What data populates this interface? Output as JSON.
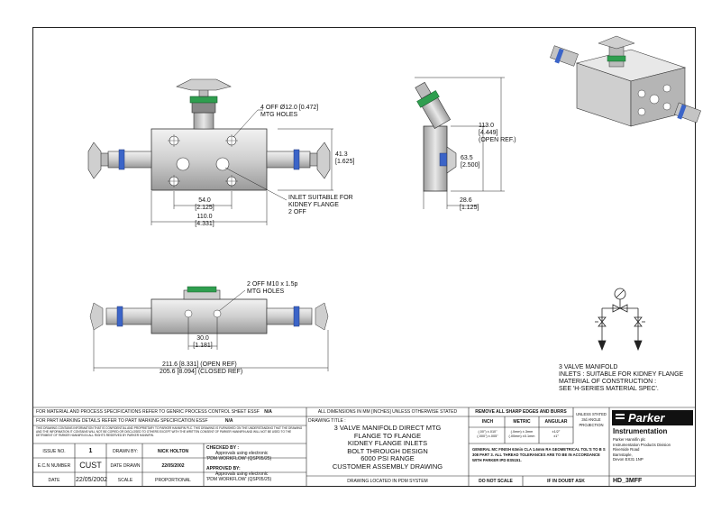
{
  "views": {
    "front": {
      "callout_holes_1": "4 OFF Ø12.0 [0.472]",
      "callout_holes_2": "MTG HOLES",
      "dim_height_mm": "41.3",
      "dim_height_in": "[1.625]",
      "dim_54_mm": "54.0",
      "dim_54_in": "[2.125]",
      "dim_110_mm": "110.0",
      "dim_110_in": "[4.331]",
      "inlet_line1": "INLET SUITABLE FOR",
      "inlet_line2": "KIDNEY FLANGE",
      "inlet_line3": "2 OFF"
    },
    "side": {
      "dim_113_mm": "113.0",
      "dim_113_in": "[4.449]",
      "dim_113_note": "(OPEN REF.)",
      "dim_63_mm": "63.5",
      "dim_63_in": "[2.500]",
      "dim_28_mm": "28.6",
      "dim_28_in": "[1.125]"
    },
    "bottom": {
      "callout_line1": "2 OFF M10 x 1.5p",
      "callout_line2": "MTG HOLES",
      "dim_30_mm": "30.0",
      "dim_30_in": "[1.181]",
      "dim_open": "211.6 [8.331] (OPEN REF)",
      "dim_closed": "205.6 [8.094] (CLOSED REF)"
    },
    "schematic_notes": [
      "3 VALVE MANIFOLD",
      "INLETS : SUITABLE FOR KIDNEY FLANGE",
      "MATERIAL OF CONSTRUCTION :",
      "SEE 'H-SERIES MATERIAL SPEC'."
    ]
  },
  "title_block": {
    "spec_line1": "FOR MATERIAL AND PROCESS SPECIFICATIONS REFER TO GENRIC PROCESS CONTROL SHEET ESSF",
    "spec_line1_val": "N/A",
    "spec_line2": "FOR PART MARKING DETAILS REFER TO PART MARKING SPECIFICATION ESSF",
    "spec_line2_val": "N/A",
    "confidential": "THIS DRAWING CONTAINS INFORMATION THAT IS CONFIDENTIAL AND PROPRIETARY TO PARKER HANNIFIN PLC. THIS DRAWING IS FURNISHED ON THE UNDERSTANDING THAT THE DRAWING AND THE INFORMATION IT CONTAINS WILL NOT BE COPIED OR DISCLOSED TO OTHERS EXCEPT WITH THE WRITTEN CONSENT OF PARKER HANNIFIN AND WILL NOT BE USED TO THE DETRIMENT OF PARKER HANNIFIN IN ALL RIGHTS RESERVED BY PARKER HANNIFIN.",
    "issue_label": "ISSUE NO.",
    "issue_val": "1",
    "drawn_label": "DRAWN BY:",
    "drawn_val": "NICK HOLTON",
    "ecn_label": "E.C.N NUMBER",
    "ecn_val": "CUST",
    "date_drawn_label": "DATE DRAWN",
    "date_drawn_val": "22/05/2002",
    "date_label": "DATE",
    "date_val": "22/05/2002",
    "scale_label": "SCALE",
    "scale_val": "PROPORTIONAL",
    "checked_label": "CHECKED BY :",
    "checked_l1": "Approvals using electronic",
    "checked_l2": "'PDM WORKFLOW' (QSP05/25)",
    "approved_label": "APPROVED BY:",
    "approved_l1": "Approvals using electronic",
    "approved_l2": "'PDM WORKFLOW' (QSP05/25)",
    "units_note": "ALL DIMENSIONS IN MM [INCHES] UNLESS OTHERWISE STATED",
    "drawing_title_label": "DRAWING TITLE :",
    "drawing_title": [
      "3 VALVE MANIFOLD DIRECT MTG",
      "FLANGE TO FLANGE",
      "KIDNEY FLANGE INLETS",
      "BOLT THROUGH DESIGN",
      "6000 PSI RANGE",
      "CUSTOMER ASSEMBLY DRAWING"
    ],
    "pdm_note": "DRAWING LOCATED IN PDM SYSTEM",
    "edges_note": "REMOVE ALL SHARP EDGES AND BURRS",
    "col_inch": "INCH",
    "col_metric": "METRIC",
    "col_angular": "ANGULAR",
    "tol_inch_1": "(.00\") ±.010\"",
    "tol_inch_2": "(.000\") ±.005\"",
    "tol_metric_1": "(.0mm) ±.3mm",
    "tol_metric_2": "(.00mm) ±0.1mm",
    "tol_ang_1": "±1/2°",
    "tol_ang_2": "±1°",
    "finish_note": "GENERAL MC FINISH 63min CLA 1.6mm RA GEOMETRICAL TOL'S TO B S 308 PART 3. ALL THREAD TOLERANCES ARE TO BE IN ACCORDANCE WITH PARKER IPD ES5151.",
    "projection_1": "UNLESS STATED",
    "projection_2": "3rd ANGLE",
    "projection_3": "PROJECTION",
    "do_not_scale": "DO NOT SCALE",
    "if_in_doubt": "IF IN DOUBT ASK",
    "brand": "Parker",
    "division": "Instrumentation",
    "address": [
      "Parker Hannifin plc",
      "Instrumentation Products Division",
      "Riverside Road",
      "Barnstaple,",
      "Devon EX31 1NP"
    ],
    "part_no": "HD_3MFF"
  },
  "colors": {
    "body_fill": "#d8d8d8",
    "green_band": "#2f9e4f",
    "blue_band": "#3b64c8",
    "line": "#222222"
  }
}
